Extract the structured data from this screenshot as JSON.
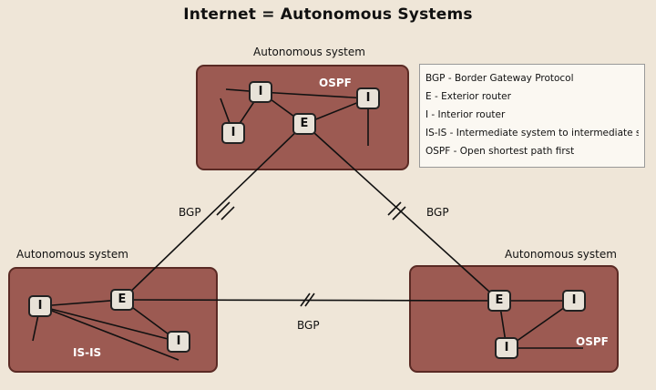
{
  "title": "Internet = Autonomous Systems",
  "systems": [
    {
      "label": "Autonomous system",
      "protocol": "OSPF"
    },
    {
      "label": "Autonomous system",
      "protocol": "IS-IS"
    },
    {
      "label": "Autonomous system",
      "protocol": "OSPF"
    }
  ],
  "links": {
    "left": "BGP",
    "right": "BGP",
    "bottom": "BGP"
  },
  "router_labels": {
    "interior": "I",
    "exterior": "E"
  },
  "legend": [
    "BGP - Border Gateway Protocol",
    "E - Exterior router",
    "I - Interior router",
    "IS-IS - Intermediate system to intermediate system",
    "OSPF - Open shortest path first"
  ],
  "colors": {
    "system_fill": "#9c5a52",
    "system_stroke": "#5a2a24",
    "background": "#efe6d8"
  }
}
